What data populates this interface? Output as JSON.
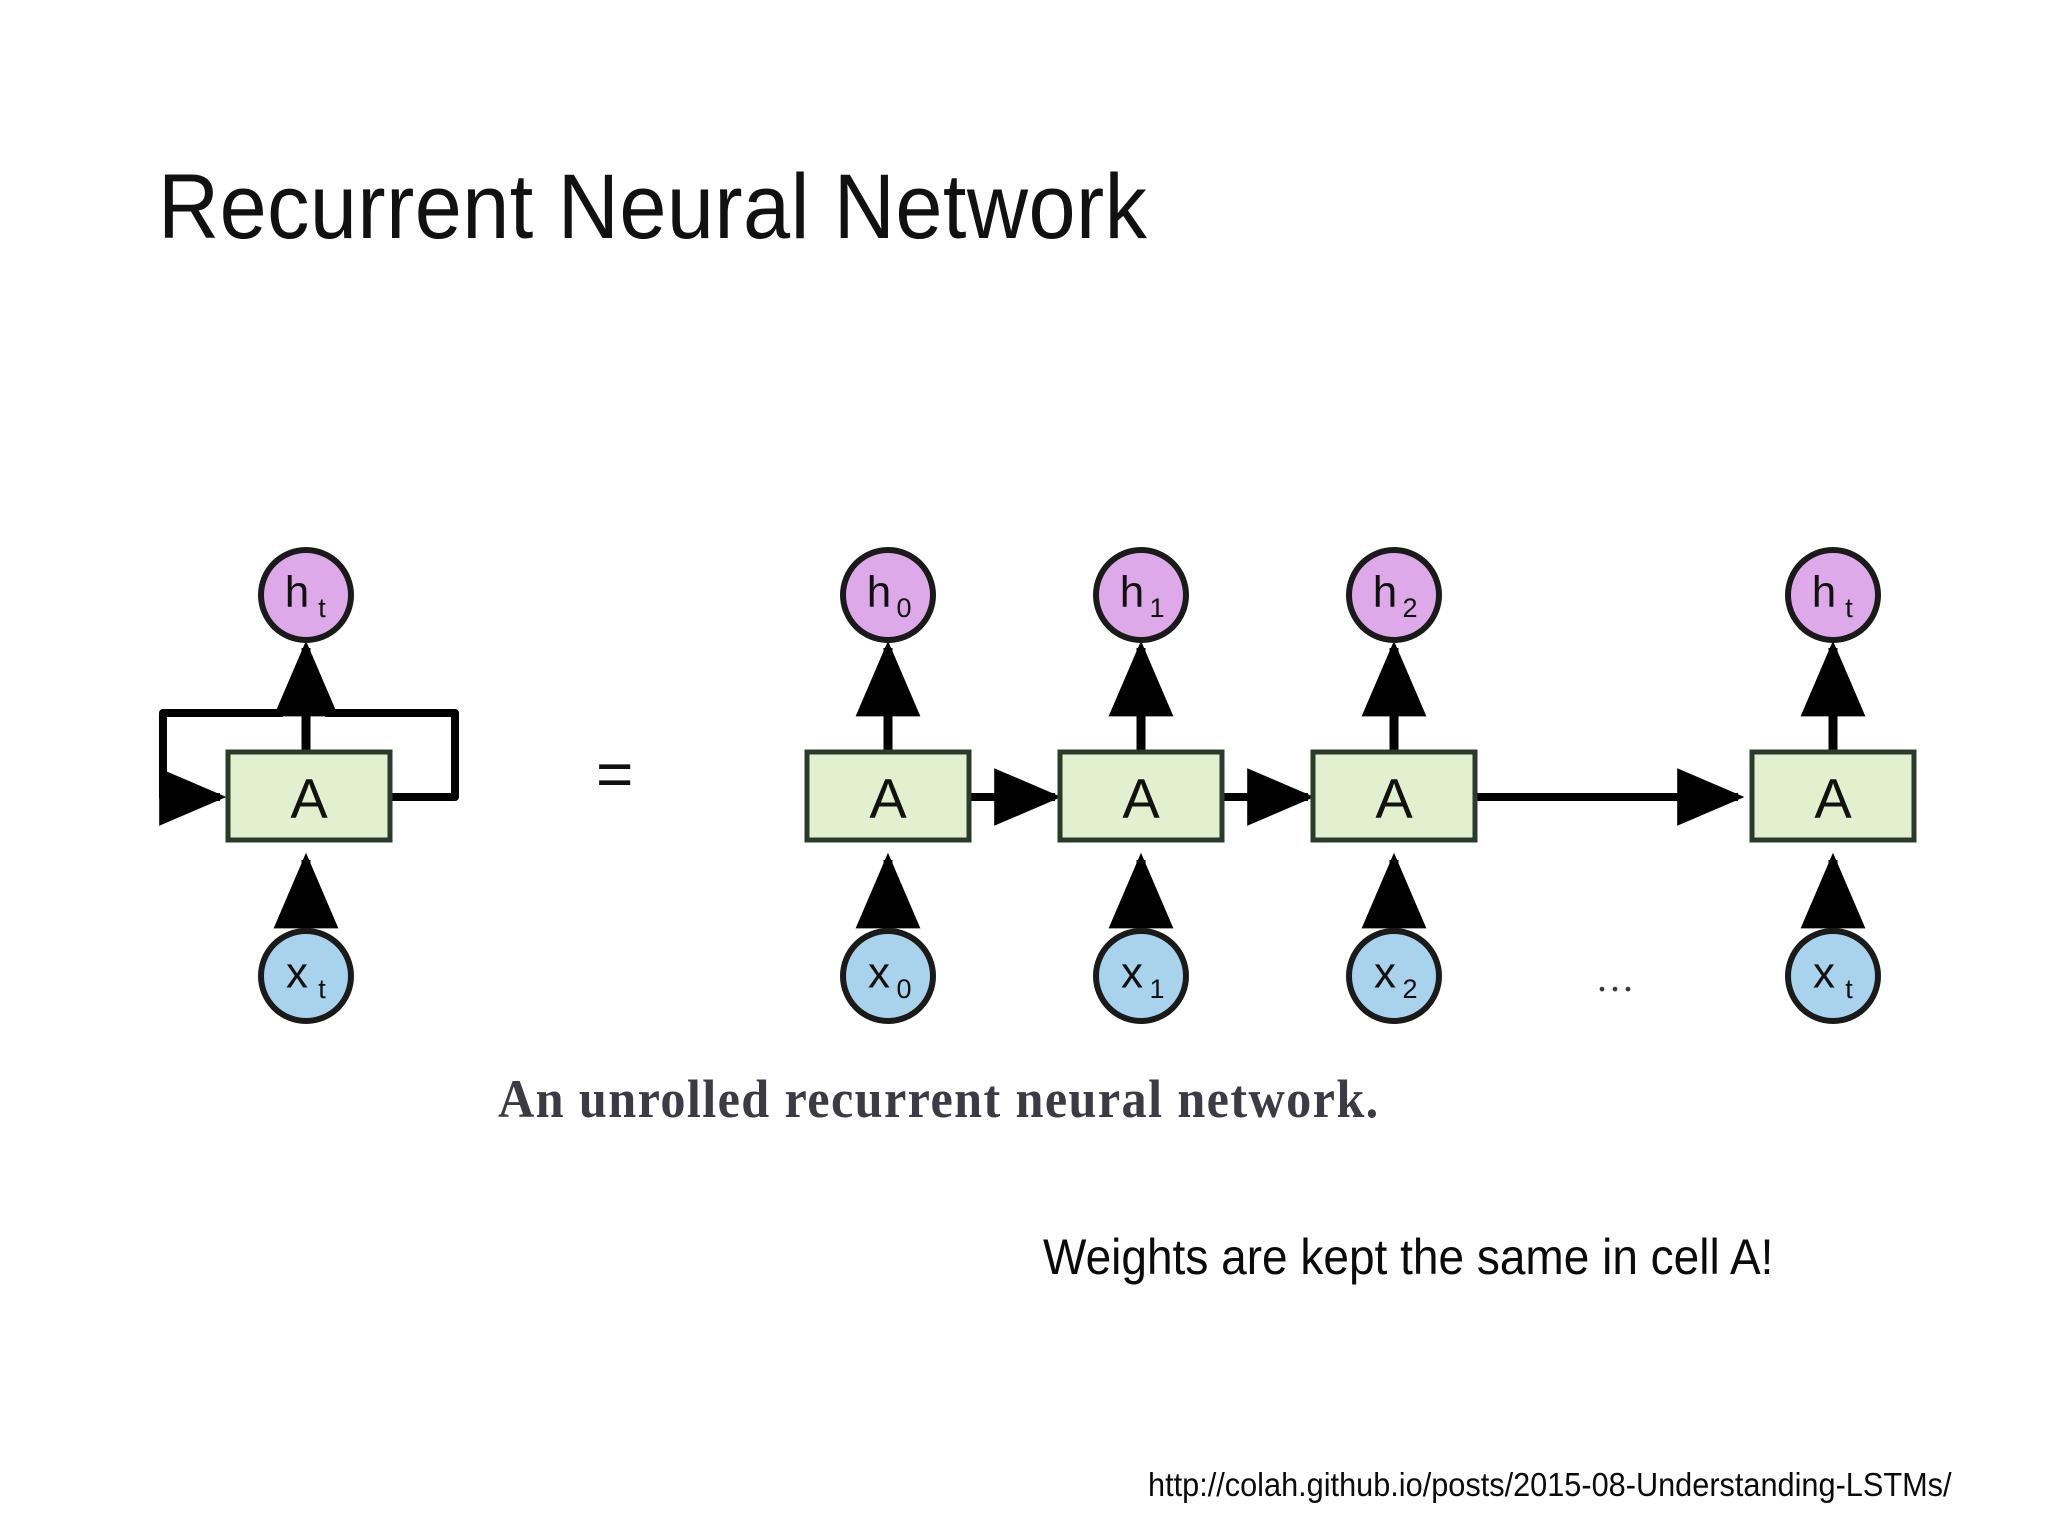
{
  "slide": {
    "title": "Recurrent Neural Network",
    "caption": "An unrolled recurrent neural network.",
    "note": "Weights are kept the same in cell A!",
    "source_url": "http://colah.github.io/posts/2015-08-Understanding-LSTMs/",
    "equals_sign": "=",
    "ellipsis": "..."
  },
  "colors": {
    "hidden_state_fill": "#dda9e8",
    "input_fill": "#a9d2ec",
    "cell_fill": "#e2f0d0",
    "cell_stroke": "#2b3b2b",
    "node_stroke": "#1a1a1a",
    "arrow": "#000000",
    "background": "#ffffff",
    "title_text": "#111111",
    "caption_text": "#3b3a45"
  },
  "diagram": {
    "folded": {
      "cell_label": "A",
      "output": {
        "base": "h",
        "sub": "t"
      },
      "input": {
        "base": "x",
        "sub": "t"
      }
    },
    "unrolled": {
      "steps": [
        {
          "cell_label": "A",
          "output": {
            "base": "h",
            "sub": "0"
          },
          "input": {
            "base": "x",
            "sub": "0"
          }
        },
        {
          "cell_label": "A",
          "output": {
            "base": "h",
            "sub": "1"
          },
          "input": {
            "base": "x",
            "sub": "1"
          }
        },
        {
          "cell_label": "A",
          "output": {
            "base": "h",
            "sub": "2"
          },
          "input": {
            "base": "x",
            "sub": "2"
          }
        },
        {
          "cell_label": "A",
          "output": {
            "base": "h",
            "sub": "t"
          },
          "input": {
            "base": "x",
            "sub": "t"
          }
        }
      ]
    }
  }
}
